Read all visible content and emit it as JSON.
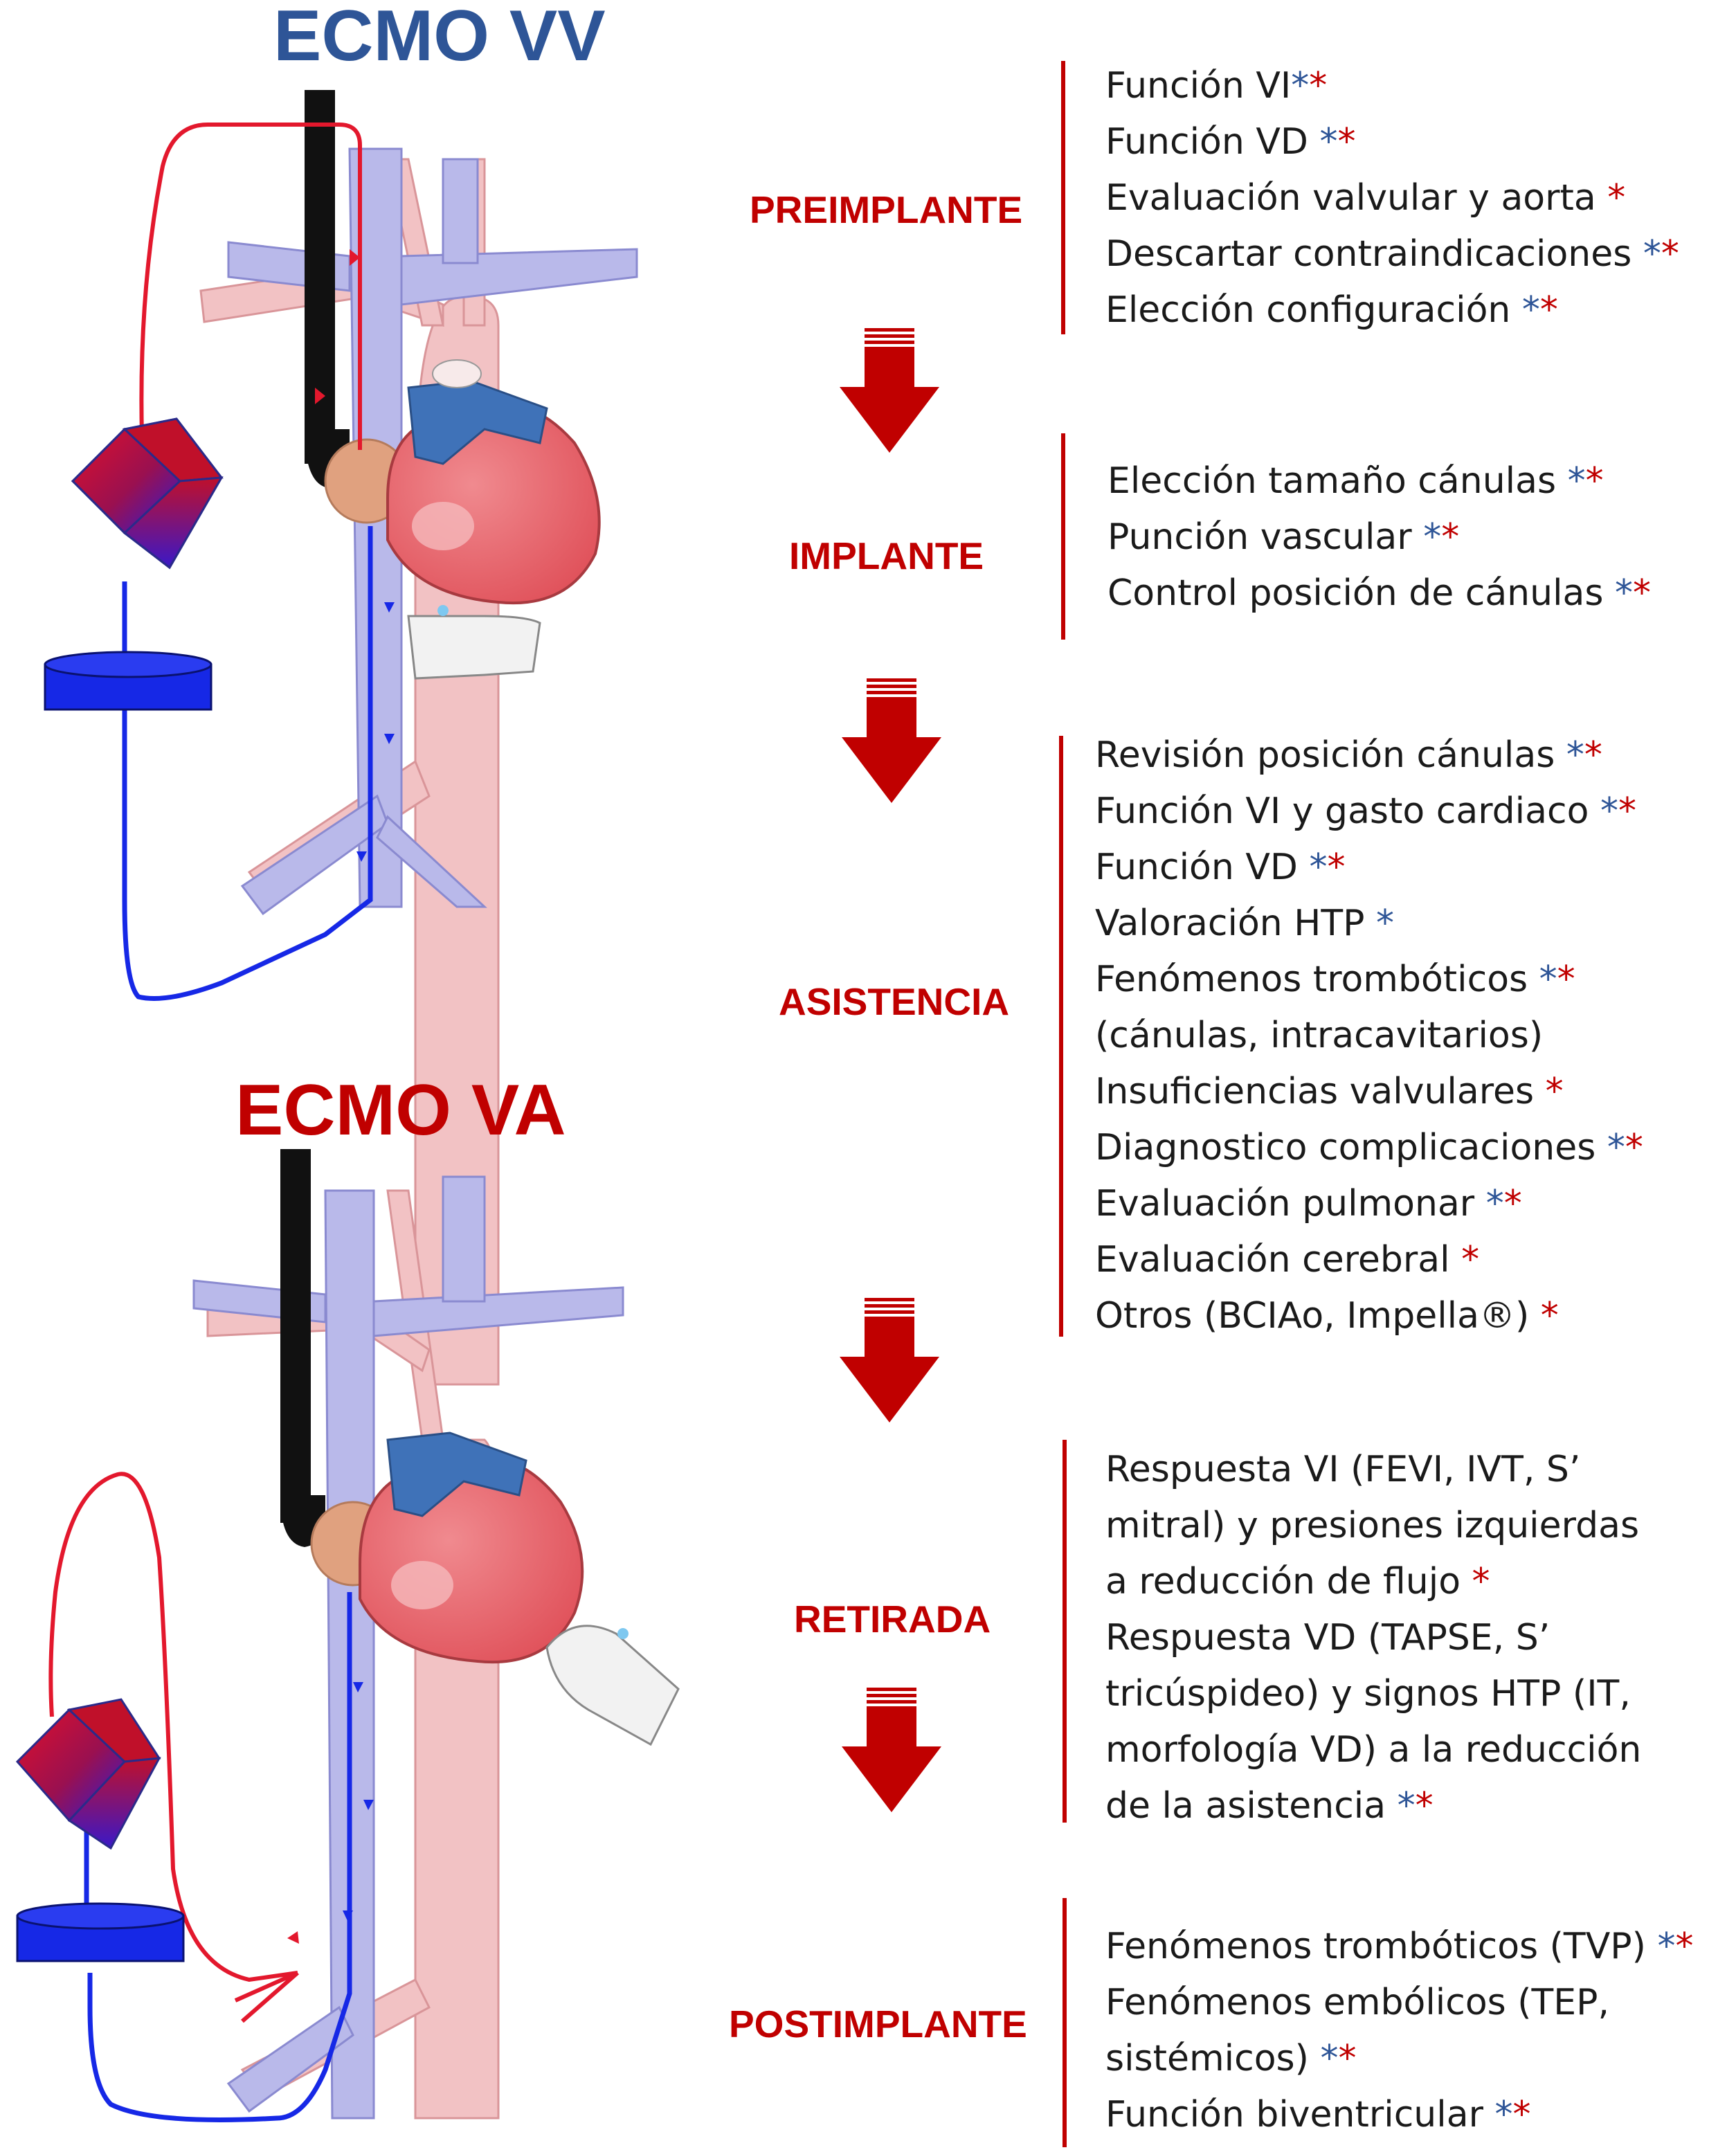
{
  "titles": {
    "vv": "ECMO VV",
    "va": "ECMO VA"
  },
  "colors": {
    "vv_title": "#2e5597",
    "va_title": "#c00000",
    "phase_label": "#c00000",
    "divider": "#c00000",
    "arrow": "#c00000",
    "star_blue": "#2e5597",
    "star_red": "#c00000",
    "vein": "#b9b9ea",
    "artery": "#f2c2c4",
    "heart": "#e4575f",
    "atrium": "#e0a17f",
    "pulmonary_artery": "#3f72b8",
    "probe": "#111111",
    "cannula_red": "#e3182d",
    "cannula_blue": "#1628e6",
    "pump": "#1628e6"
  },
  "icons": [
    "oxygenator-cube-icon",
    "pump-disc-icon",
    "tee-probe-icon",
    "ultrasound-probe-icon",
    "down-arrow-icon"
  ],
  "phases": [
    {
      "label": "PREIMPLANTE",
      "items": [
        {
          "text": "Función VI",
          "stars": [
            "blue",
            "red"
          ]
        },
        {
          "text": "Función VD ",
          "stars": [
            "blue",
            "red"
          ]
        },
        {
          "text": "Evaluación valvular y aorta ",
          "stars": [
            "red"
          ]
        },
        {
          "text": "Descartar contraindicaciones ",
          "stars": [
            "blue",
            "red"
          ]
        },
        {
          "text": "Elección configuración ",
          "stars": [
            "blue",
            "red"
          ]
        }
      ]
    },
    {
      "label": "IMPLANTE",
      "items": [
        {
          "text": "Elección tamaño cánulas ",
          "stars": [
            "blue",
            "red"
          ]
        },
        {
          "text": "Punción vascular ",
          "stars": [
            "blue",
            "red"
          ]
        },
        {
          "text": "Control posición de cánulas ",
          "stars": [
            "blue",
            "red"
          ]
        }
      ]
    },
    {
      "label": "ASISTENCIA",
      "items": [
        {
          "text": "Revisión posición cánulas ",
          "stars": [
            "blue",
            "red"
          ]
        },
        {
          "text": "Función VI y gasto cardiaco ",
          "stars": [
            "blue",
            "red"
          ]
        },
        {
          "text": "Función VD ",
          "stars": [
            "blue",
            "red"
          ]
        },
        {
          "text": "Valoración HTP ",
          "stars": [
            "blue"
          ]
        },
        {
          "text": "Fenómenos trombóticos ",
          "stars": [
            "blue",
            "red"
          ]
        },
        {
          "text": "(cánulas, intracavitarios)",
          "stars": []
        },
        {
          "text": "Insuficiencias valvulares ",
          "stars": [
            "red"
          ]
        },
        {
          "text": "Diagnostico complicaciones ",
          "stars": [
            "blue",
            "red"
          ]
        },
        {
          "text": "Evaluación pulmonar ",
          "stars": [
            "blue",
            "red"
          ]
        },
        {
          "text": "Evaluación cerebral ",
          "stars": [
            "red"
          ]
        },
        {
          "text": "Otros (BCIAo, Impella®) ",
          "stars": [
            "red"
          ]
        }
      ]
    },
    {
      "label": "RETIRADA",
      "items": [
        {
          "text": "Respuesta VI (FEVI, IVT, S’",
          "stars": []
        },
        {
          "text": "mitral) y presiones izquierdas",
          "stars": []
        },
        {
          "text": "a reducción de flujo ",
          "stars": [
            "red"
          ]
        },
        {
          "text": "Respuesta VD (TAPSE, S’",
          "stars": []
        },
        {
          "text": "tricúspideo) y signos HTP (IT,",
          "stars": []
        },
        {
          "text": "morfología VD) a la reducción",
          "stars": []
        },
        {
          "text": "de la asistencia ",
          "stars": [
            "blue",
            "red"
          ]
        }
      ]
    },
    {
      "label": "POSTIMPLANTE",
      "items": [
        {
          "text": "Fenómenos trombóticos (TVP) ",
          "stars": [
            "blue",
            "red"
          ]
        },
        {
          "text": "Fenómenos embólicos (TEP,",
          "stars": []
        },
        {
          "text": "sistémicos) ",
          "stars": [
            "blue",
            "red"
          ]
        },
        {
          "text": "Función biventricular ",
          "stars": [
            "blue",
            "red"
          ]
        }
      ]
    }
  ]
}
